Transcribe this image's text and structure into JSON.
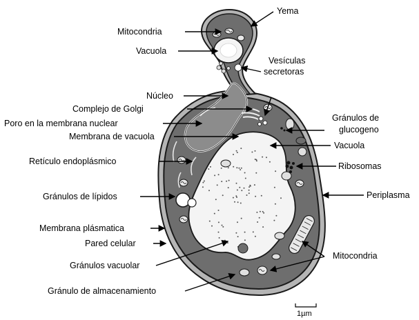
{
  "labels": {
    "yema": "Yema",
    "mitocondria_top": "Mitocondria",
    "vacuola_top": "Vacuola",
    "vesiculas_1": "Vesículas",
    "vesiculas_2": "secretoras",
    "nucleo": "Núcleo",
    "golgi": "Complejo de Golgi",
    "poro": "Poro en la  membrana nuclear",
    "membrana_vacuola": "Membrana de vacuola",
    "granulos_glucogeno_1": "Gránulos de",
    "granulos_glucogeno_2": "glucogeno",
    "vacuola_right": "Vacuola",
    "reticulo": "Retículo endoplásmico",
    "ribosomas": "Ribosomas",
    "lipidos": "Gránulos de lípidos",
    "periplasma": "Periplasma",
    "membrana_plasmatica": "Membrana plásmatica",
    "pared_celular": "Pared celular",
    "mitocondria_bottom": "Mitocondria",
    "granulos_vacuolar": "Gránulos vacuolar",
    "almacenamiento": "Gránulo de almacenamiento",
    "scale": "1µm"
  },
  "colors": {
    "cytoplasm": "#6e6e6e",
    "wall": "#b5b5b5",
    "vacuole": "#f4f4f4",
    "outline": "#1a1a1a"
  }
}
